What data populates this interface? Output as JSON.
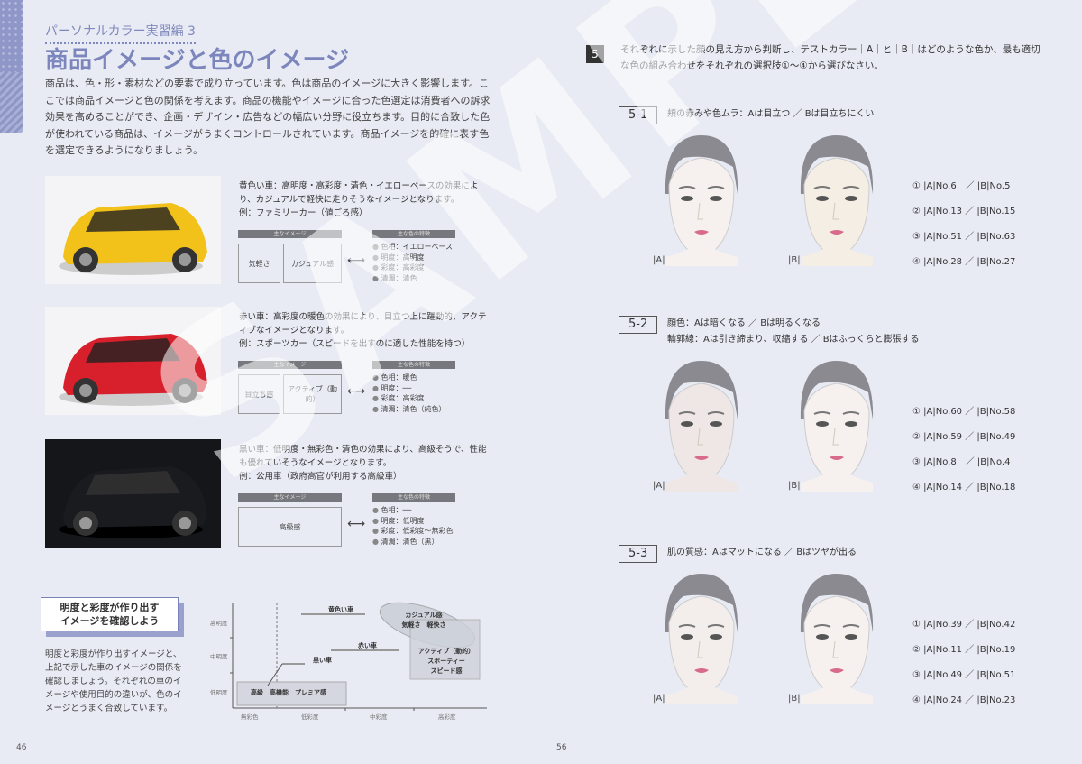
{
  "left_page": {
    "kicker": "パーソナルカラー実習編 3",
    "title": "商品イメージと色のイメージ",
    "intro": "商品は、色・形・素材などの要素で成り立っています。色は商品のイメージに大きく影響します。ここでは商品イメージと色の関係を考えます。商品の機能やイメージに合った色選定は消費者への訴求効果を高めることができ、企画・デザイン・広告などの幅広い分野に役立ちます。目的に合致した色が使われている商品は、イメージがうまくコントロールされています。商品イメージを的確に表す色を選定できるようになりましょう。",
    "cars": [
      {
        "color": "#f2c21a",
        "desc1": "黄色い車：高明度・高彩度・清色・イエローベースの効果により、カジュアルで軽快に走りそうなイメージとなります。",
        "desc2": "例：ファミリーカー（値ごろ感）",
        "image_header": "主なイメージ",
        "feature_header": "主な色の特徴",
        "images": [
          "気軽さ",
          "カジュアル感"
        ],
        "features": [
          "色相：イエローベース",
          "明度：高明度",
          "彩度：高彩度",
          "清濁：清色"
        ]
      },
      {
        "color": "#d8202c",
        "desc1": "赤い車：高彩度の暖色の効果により、目立つ上に躍動的、アクティブなイメージとなります。",
        "desc2": "例：スポーツカー（スピードを出すのに適した性能を持つ）",
        "image_header": "主なイメージ",
        "feature_header": "主な色の特徴",
        "images": [
          "目立ち感",
          "アクティブ（動的）"
        ],
        "features": [
          "色相：暖色",
          "明度：──",
          "彩度：高彩度",
          "清濁：清色（純色）"
        ]
      },
      {
        "color": "#1a1b1f",
        "desc1": "黒い車：低明度・無彩色・清色の効果により、高級そうで、性能も優れていそうなイメージとなります。",
        "desc2": "例：公用車（政府高官が利用する高級車）",
        "image_header": "主なイメージ",
        "feature_header": "主な色の特徴",
        "images": [
          "高級感"
        ],
        "features": [
          "色相：──",
          "明度：低明度",
          "彩度：低彩度〜無彩色",
          "清濁：清色（黒）"
        ]
      }
    ],
    "check_title1": "明度と彩度が作り出す",
    "check_title2": "イメージを確認しよう",
    "check_text": "明度と彩度が作り出すイメージと、上記で示した車のイメージの関係を確認しましょう。それぞれの車のイメージや使用目的の違いが、色のイメージとうまく合致しています。",
    "chart": {
      "y_ticks": [
        "高明度",
        "中明度",
        "低明度"
      ],
      "x_ticks": [
        "無彩色",
        "低彩度",
        "中彩度",
        "高彩度"
      ],
      "labels": {
        "yellow": "黄色い車",
        "red": "赤い車",
        "black": "黒い車"
      },
      "groups": {
        "casual": [
          "カジュアル感",
          "気軽さ　軽快さ"
        ],
        "active": [
          "アクティブ（動的）",
          "スポーティー",
          "スピード感"
        ],
        "luxury": "高級　高機能　プレミア感"
      }
    },
    "page_number": "46"
  },
  "right_page": {
    "question_number": "5",
    "question": "それぞれに示した顔の見え方から判断し、テストカラー｜A｜と｜B｜はどのような色か、最も適切な色の組み合わせをそれぞれの選択肢①〜④から選びなさい。",
    "label_a": "|A|",
    "label_b": "|B|",
    "sections": [
      {
        "num": "5-1",
        "text": [
          "頬の赤みや色ムラ：Aは目立つ ／ Bは目立ちにくい"
        ],
        "options": [
          "① |A|No.6　／ |B|No.5",
          "② |A|No.13 ／ |B|No.15",
          "③ |A|No.51 ／ |B|No.63",
          "④ |A|No.28 ／ |B|No.27"
        ],
        "bg_a": "#f6f1ee",
        "bg_b": "#f4eee4"
      },
      {
        "num": "5-2",
        "text": [
          "顔色：Aは暗くなる ／ Bは明るくなる",
          "輪郭線：Aは引き締まり、収縮する ／ Bはふっくらと膨張する"
        ],
        "options": [
          "① |A|No.60 ／ |B|No.58",
          "② |A|No.59 ／ |B|No.49",
          "③ |A|No.8　／ |B|No.4",
          "④ |A|No.14 ／ |B|No.18"
        ],
        "bg_a": "#efe6e6",
        "bg_b": "#f6f0ee"
      },
      {
        "num": "5-3",
        "text": [
          "肌の質感：Aはマットになる ／ Bはツヤが出る"
        ],
        "options": [
          "① |A|No.39 ／ |B|No.42",
          "② |A|No.11 ／ |B|No.19",
          "③ |A|No.49 ／ |B|No.51",
          "④ |A|No.24 ／ |B|No.23"
        ],
        "bg_a": "#f3eeec",
        "bg_b": "#f6f0ee"
      }
    ],
    "page_number": "56"
  },
  "watermark": "SAMPLE"
}
